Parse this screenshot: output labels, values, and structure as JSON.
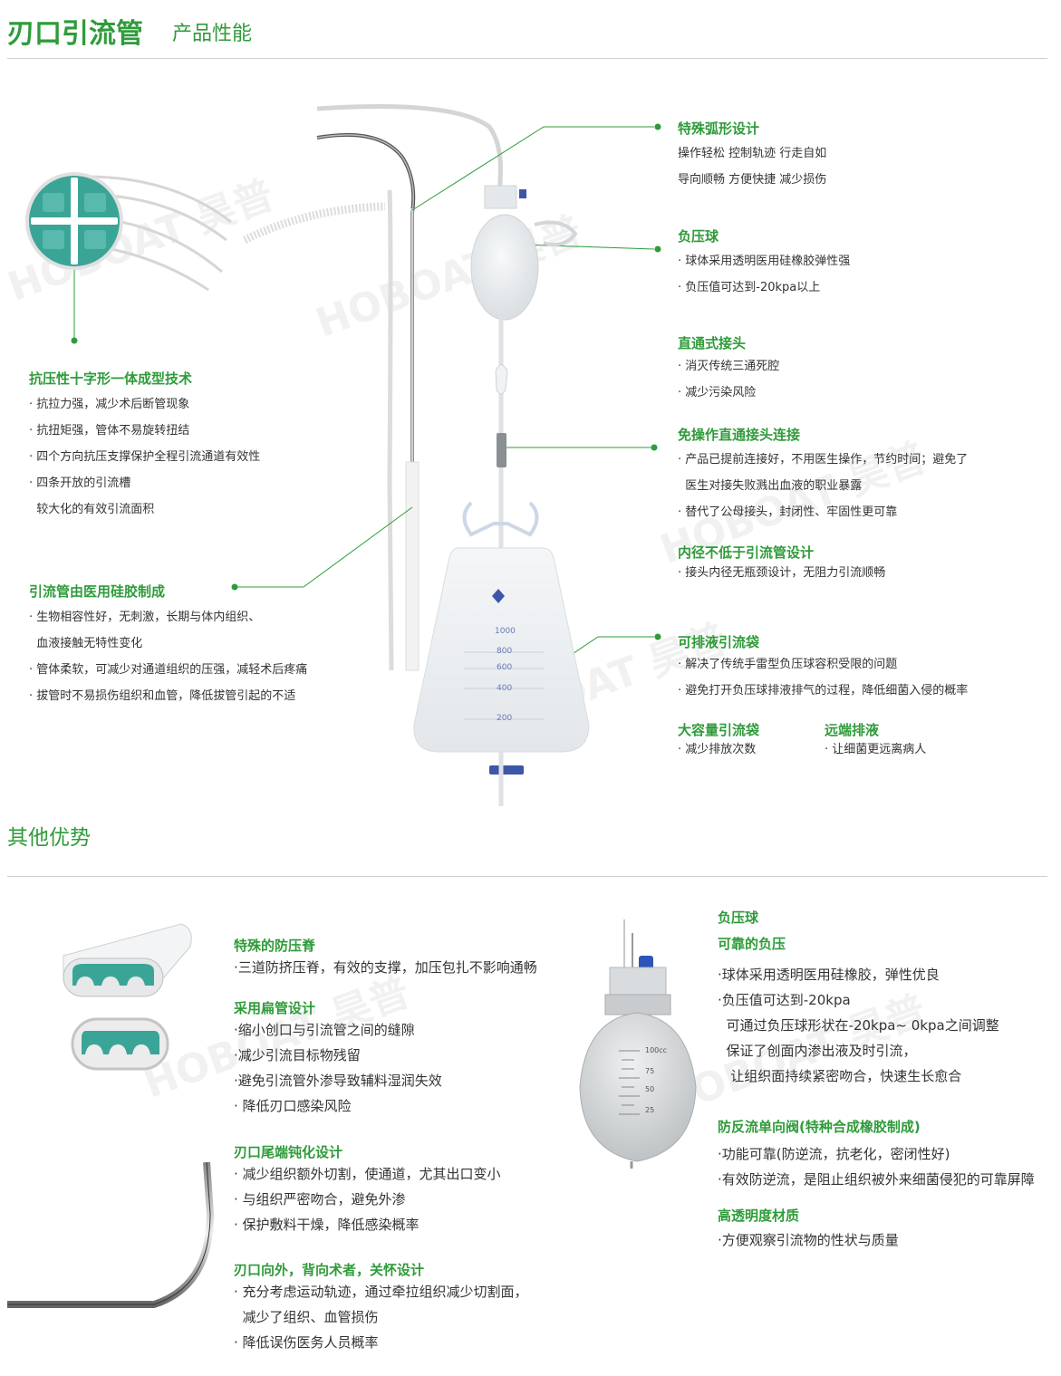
{
  "header": {
    "title": "刃口引流管",
    "subtitle": "产品性能"
  },
  "watermark": "HOBOAT 昊普",
  "features_right": [
    {
      "title": "特殊弧形设计",
      "lines": [
        "操作轻松  控制轨迹  行走自如",
        "导向顺畅  方便快捷  减少损伤"
      ]
    },
    {
      "title": "负压球",
      "lines": [
        "· 球体采用透明医用硅橡胶弹性强",
        "· 负压值可达到-20kpa以上"
      ]
    },
    {
      "title": "直通式接头",
      "lines": [
        "· 消灭传统三通死腔",
        "· 减少污染风险"
      ]
    },
    {
      "title": "免操作直通接头连接",
      "lines": [
        "· 产品已提前连接好，不用医生操作，节约时间；避免了",
        "  医生对接失败溅出血液的职业暴露",
        "· 替代了公母接头，封闭性、牢固性更可靠"
      ]
    },
    {
      "title": "内径不低于引流管设计",
      "lines": [
        "· 接头内径无瓶颈设计，无阻力引流顺畅"
      ]
    },
    {
      "title": "可排液引流袋",
      "lines": [
        "· 解决了传统手雷型负压球容积受限的问题",
        "· 避免打开负压球排液排气的过程，降低细菌入侵的概率"
      ]
    },
    {
      "title": "大容量引流袋",
      "lines": [
        "· 减少排放次数"
      ]
    },
    {
      "title": "远端排液",
      "lines": [
        "· 让细菌更远离病人"
      ]
    }
  ],
  "features_left": [
    {
      "title": "抗压性十字形一体成型技术",
      "lines": [
        "· 抗拉力强，减少术后断管现象",
        "· 抗扭矩强，管体不易旋转扭结",
        "· 四个方向抗压支撑保护全程引流通道有效性",
        "· 四条开放的引流槽",
        "  较大化的有效引流面积"
      ]
    },
    {
      "title": "引流管由医用硅胶制成",
      "lines": [
        "· 生物相容性好，无刺激，长期与体内组织、",
        "  血液接触无特性变化",
        "· 管体柔软，可减少对通道组织的压强，减轻术后疼痛",
        "· 拔管时不易损伤组织和血管，降低拔管引起的不适"
      ]
    }
  ],
  "bag_scale": [
    "1000",
    "800",
    "600",
    "400",
    "200"
  ],
  "ball_scale": [
    "100cc",
    "75",
    "50",
    "25"
  ],
  "section2": {
    "title": "其他优势"
  },
  "advantages_left": [
    {
      "title": "特殊的防压脊",
      "lines": [
        "·三道防挤压脊，有效的支撑，加压包扎不影响通畅"
      ]
    },
    {
      "title": "采用扁管设计",
      "lines": [
        "·缩小创口与引流管之间的缝隙",
        "·减少引流目标物残留",
        "·避免引流管外渗导致辅料湿润失效",
        "· 降低刃口感染风险"
      ]
    },
    {
      "title": "刃口尾端钝化设计",
      "lines": [
        "· 减少组织额外切割，使通道，尤其出口变小",
        "· 与组织严密吻合，避免外渗",
        "· 保护敷料干燥，降低感染概率"
      ]
    },
    {
      "title": "刃口向外，背向术者，关怀设计",
      "lines": [
        "· 充分考虑运动轨迹，通过牵拉组织减少切割面，",
        "  减少了组织、血管损伤",
        "· 降低误伤医务人员概率"
      ]
    }
  ],
  "advantages_right": [
    {
      "title": "负压球",
      "lines": []
    },
    {
      "title": "可靠的负压",
      "lines": [
        "·球体采用透明医用硅橡胶，弹性优良",
        "·负压值可达到-20kpa",
        "  可通过负压球形状在-20kpa~ 0kpa之间调整",
        "  保证了创面内渗出液及时引流，",
        "   让组织面持续紧密吻合，快速生长愈合"
      ]
    },
    {
      "title": "防反流单向阀(特种合成橡胶制成)",
      "lines": [
        "·功能可靠(防逆流，抗老化，密闭性好)",
        "·有效防逆流，是阻止组织被外来细菌侵犯的可靠屏障"
      ]
    },
    {
      "title": "高透明度材质",
      "lines": [
        "·方便观察引流物的性状与质量"
      ]
    }
  ],
  "colors": {
    "accent": "#2f9b3a",
    "teal": "#3aa597",
    "rule": "#cfcfcf"
  }
}
